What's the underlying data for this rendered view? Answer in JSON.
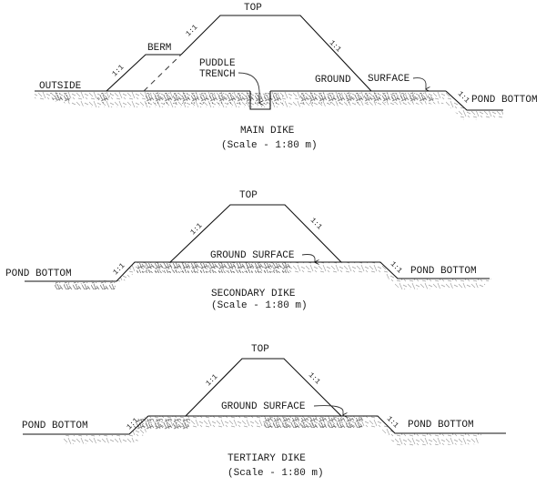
{
  "figure": {
    "panels": [
      {
        "id": "main",
        "title": "MAIN DIKE",
        "scale": "(Scale - 1:80 m)",
        "labels": {
          "top": "TOP",
          "berm": "BERM",
          "outside": "OUTSIDE",
          "puddle_trench_line1": "PUDDLE",
          "puddle_trench_line2": "TRENCH",
          "ground_left": "GROUND",
          "ground_right": "SURFACE",
          "pond_bottom": "POND BOTTOM",
          "slope_1": "1:1",
          "slope_2": "1:1",
          "slope_3": "1:1",
          "slope_4": "1:1"
        }
      },
      {
        "id": "secondary",
        "title": "SECONDARY DIKE",
        "scale": "(Scale - 1:80 m)",
        "labels": {
          "top": "TOP",
          "ground_surface": "GROUND SURFACE",
          "pond_bottom_left": "POND BOTTOM",
          "pond_bottom_right": "POND BOTTOM",
          "slope_1": "1:1",
          "slope_2": "1:1",
          "slope_3": "1:1",
          "slope_4": "1:1"
        }
      },
      {
        "id": "tertiary",
        "title": "TERTIARY DIKE",
        "scale": "(Scale - 1:80 m)",
        "labels": {
          "top": "TOP",
          "ground_surface": "GROUND SURFACE",
          "pond_bottom_left": "POND BOTTOM",
          "pond_bottom_right": "POND BOTTOM",
          "slope_1": "1:1",
          "slope_2": "1:1",
          "slope_3": "1:1",
          "slope_4": "1:1"
        }
      }
    ]
  }
}
